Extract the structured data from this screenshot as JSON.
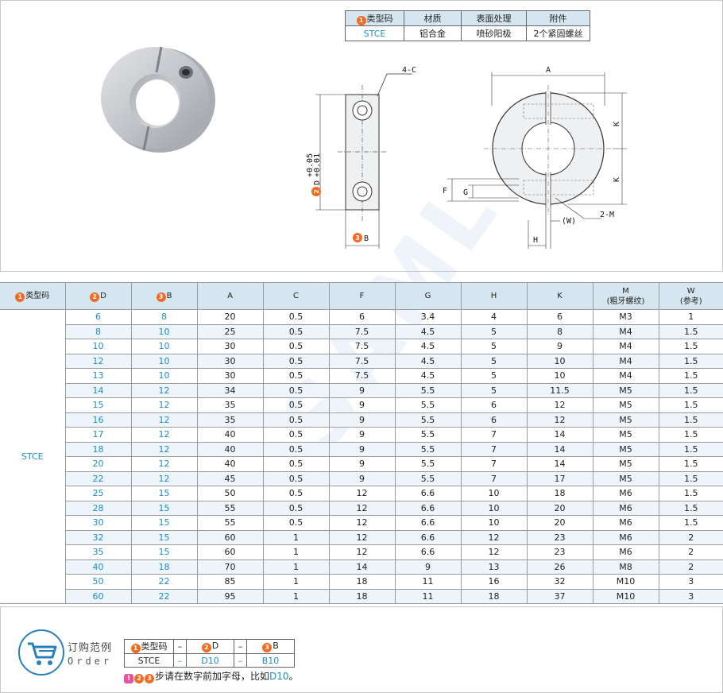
{
  "spec": {
    "headers": [
      "类型码",
      "材质",
      "表面处理",
      "附件"
    ],
    "row": [
      "STCE",
      "铝合金",
      "喷砂阳极",
      "2个紧固螺丝"
    ]
  },
  "markers": {
    "n1": "1",
    "n2": "2",
    "n3": "3"
  },
  "drawing": {
    "label_4c": "4-C",
    "label_d": "D",
    "tol_plus": "+0.05",
    "tol_minus": "+0.01",
    "label_b": "B",
    "label_a": "A",
    "label_k1": "K",
    "label_k2": "K",
    "label_f": "F",
    "label_g": "G",
    "label_w": "(W)",
    "label_2m": "2-M",
    "label_h": "H"
  },
  "table": {
    "headers": [
      "类型码",
      "D",
      "B",
      "A",
      "C",
      "F",
      "G",
      "H",
      "K",
      "M\n(粗牙螺纹)",
      "W\n(参考)"
    ],
    "type": "STCE",
    "rows": [
      [
        "6",
        "8",
        "20",
        "0.5",
        "6",
        "3.4",
        "4",
        "6",
        "M3",
        "1"
      ],
      [
        "8",
        "10",
        "25",
        "0.5",
        "7.5",
        "4.5",
        "5",
        "8",
        "M4",
        "1.5"
      ],
      [
        "10",
        "10",
        "30",
        "0.5",
        "7.5",
        "4.5",
        "5",
        "9",
        "M4",
        "1.5"
      ],
      [
        "12",
        "10",
        "30",
        "0.5",
        "7.5",
        "4.5",
        "5",
        "10",
        "M4",
        "1.5"
      ],
      [
        "13",
        "10",
        "30",
        "0.5",
        "7.5",
        "4.5",
        "5",
        "10",
        "M4",
        "1.5"
      ],
      [
        "14",
        "12",
        "34",
        "0.5",
        "9",
        "5.5",
        "5",
        "11.5",
        "M5",
        "1.5"
      ],
      [
        "15",
        "12",
        "35",
        "0.5",
        "9",
        "5.5",
        "6",
        "12",
        "M5",
        "1.5"
      ],
      [
        "16",
        "12",
        "35",
        "0.5",
        "9",
        "5.5",
        "6",
        "12",
        "M5",
        "1.5"
      ],
      [
        "17",
        "12",
        "40",
        "0.5",
        "9",
        "5.5",
        "7",
        "14",
        "M5",
        "1.5"
      ],
      [
        "18",
        "12",
        "40",
        "0.5",
        "9",
        "5.5",
        "7",
        "14",
        "M5",
        "1.5"
      ],
      [
        "20",
        "12",
        "40",
        "0.5",
        "9",
        "5.5",
        "7",
        "14",
        "M5",
        "1.5"
      ],
      [
        "22",
        "12",
        "45",
        "0.5",
        "9",
        "5.5",
        "7",
        "17",
        "M5",
        "1.5"
      ],
      [
        "25",
        "15",
        "50",
        "0.5",
        "12",
        "6.6",
        "10",
        "18",
        "M6",
        "1.5"
      ],
      [
        "28",
        "15",
        "55",
        "0.5",
        "12",
        "6.6",
        "10",
        "20",
        "M6",
        "1.5"
      ],
      [
        "30",
        "15",
        "55",
        "0.5",
        "12",
        "6.6",
        "10",
        "20",
        "M6",
        "1.5"
      ],
      [
        "32",
        "15",
        "60",
        "1",
        "12",
        "6.6",
        "12",
        "23",
        "M6",
        "2"
      ],
      [
        "35",
        "15",
        "60",
        "1",
        "12",
        "6.6",
        "12",
        "23",
        "M6",
        "2"
      ],
      [
        "40",
        "18",
        "70",
        "1",
        "14",
        "9",
        "13",
        "26",
        "M8",
        "2"
      ],
      [
        "50",
        "22",
        "85",
        "1",
        "18",
        "11",
        "16",
        "32",
        "M10",
        "3"
      ],
      [
        "60",
        "22",
        "95",
        "1",
        "18",
        "11",
        "18",
        "37",
        "M10",
        "3"
      ]
    ]
  },
  "order": {
    "title": "订购范例",
    "subtitle": "Order",
    "head": [
      "类型码",
      "–",
      "D",
      "–",
      "B"
    ],
    "values": [
      "STCE",
      "–",
      "D10",
      "–",
      "B10"
    ],
    "note_bang": "!",
    "note_text": "步请在数字前加字母，比如",
    "note_example": "D10",
    "note_end": "。"
  },
  "colors": {
    "header_bg": "#d5e6f1",
    "accent_blue": "#1c8dc6",
    "marker_orange": "#f36a21",
    "stripe": "#edf4fa"
  }
}
